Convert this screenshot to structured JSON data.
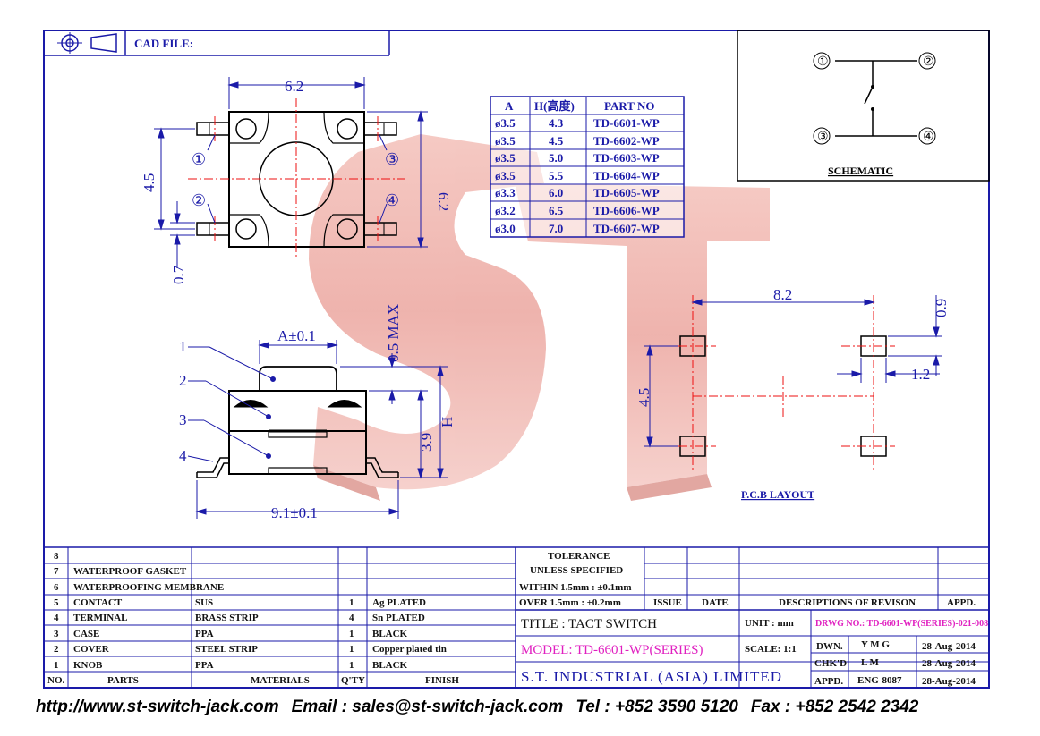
{
  "header": {
    "cad_file_label": "CAD FILE:"
  },
  "watermark": {
    "text": "ST"
  },
  "top_view": {
    "dim_width": "6.2",
    "dim_height": "6.2",
    "dim_pin_spacing": "4.5",
    "dim_pin_width": "0.7",
    "pins": [
      "①",
      "②",
      "③",
      "④"
    ]
  },
  "part_table": {
    "headers": [
      "A",
      "H(高度)",
      "PART NO"
    ],
    "rows": [
      [
        "ø3.5",
        "4.3",
        "TD-6601-WP"
      ],
      [
        "ø3.5",
        "4.5",
        "TD-6602-WP"
      ],
      [
        "ø3.5",
        "5.0",
        "TD-6603-WP"
      ],
      [
        "ø3.5",
        "5.5",
        "TD-6604-WP"
      ],
      [
        "ø3.3",
        "6.0",
        "TD-6605-WP"
      ],
      [
        "ø3.2",
        "6.5",
        "TD-6606-WP"
      ],
      [
        "ø3.0",
        "7.0",
        "TD-6607-WP"
      ]
    ]
  },
  "schematic": {
    "label": "SCHEMATIC",
    "pins": [
      "①",
      "②",
      "③",
      "④"
    ]
  },
  "side_view": {
    "dim_a": "A±0.1",
    "dim_max": "0.5 MAX",
    "dim_h": "H",
    "dim_39": "3.9",
    "dim_91": "9.1±0.1",
    "callouts": [
      "1",
      "2",
      "3",
      "4"
    ]
  },
  "pcb": {
    "label": "P.C.B LAYOUT",
    "dim_82": "8.2",
    "dim_09": "0.9",
    "dim_12": "1.2",
    "dim_45": "4.5"
  },
  "bom": {
    "rows": [
      [
        "8",
        "",
        "",
        "",
        ""
      ],
      [
        "7",
        "WATERPROOF GASKET",
        "",
        "",
        ""
      ],
      [
        "6",
        "WATERPROOFING MEMBRANE",
        "",
        "",
        ""
      ],
      [
        "5",
        "CONTACT",
        "SUS",
        "1",
        "Ag PLATED"
      ],
      [
        "4",
        "TERMINAL",
        "BRASS STRIP",
        "4",
        "Sn PLATED"
      ],
      [
        "3",
        "CASE",
        "PPA",
        "1",
        "BLACK"
      ],
      [
        "2",
        "COVER",
        "STEEL STRIP",
        "1",
        "Copper plated tin"
      ],
      [
        "1",
        "KNOB",
        "PPA",
        "1",
        "BLACK"
      ]
    ],
    "footer": [
      "NO.",
      "PARTS",
      "MATERIALS",
      "Q'TY",
      "FINISH"
    ]
  },
  "tolerance": {
    "title": "TOLERANCE",
    "subtitle": "UNLESS   SPECIFIED",
    "within": "WITHIN  1.5mm : ±0.1mm",
    "over": "OVER    1.5mm : ±0.2mm"
  },
  "revision": {
    "issue": "ISSUE",
    "date": "DATE",
    "desc": "DESCRIPTIONS OF REVISON",
    "appd": "APPD."
  },
  "title_block": {
    "title": "TITLE : TACT SWITCH",
    "model": "MODEL: TD-6601-WP(SERIES)",
    "company": "S.T. INDUSTRIAL (ASIA) LIMITED",
    "unit": "UNIT :  mm",
    "scale": "SCALE:  1:1",
    "drwg": "DRWG NO.: TD-6601-WP(SERIES)-021-008",
    "dwn_label": "DWN.",
    "dwn": "Y M G",
    "dwn_date": "28-Aug-2014",
    "chkd_label": "CHK'D",
    "chkd": "L M",
    "chkd_date": "28-Aug-2014",
    "appd_label": "APPD.",
    "appd": "ENG-8087",
    "appd_date": "28-Aug-2014"
  },
  "footer": {
    "url": "http://www.st-switch-jack.com",
    "email": "Email : sales@st-switch-jack.com",
    "tel": "Tel : +852 3590 5120",
    "fax": "Fax : +852 2542 2342"
  }
}
